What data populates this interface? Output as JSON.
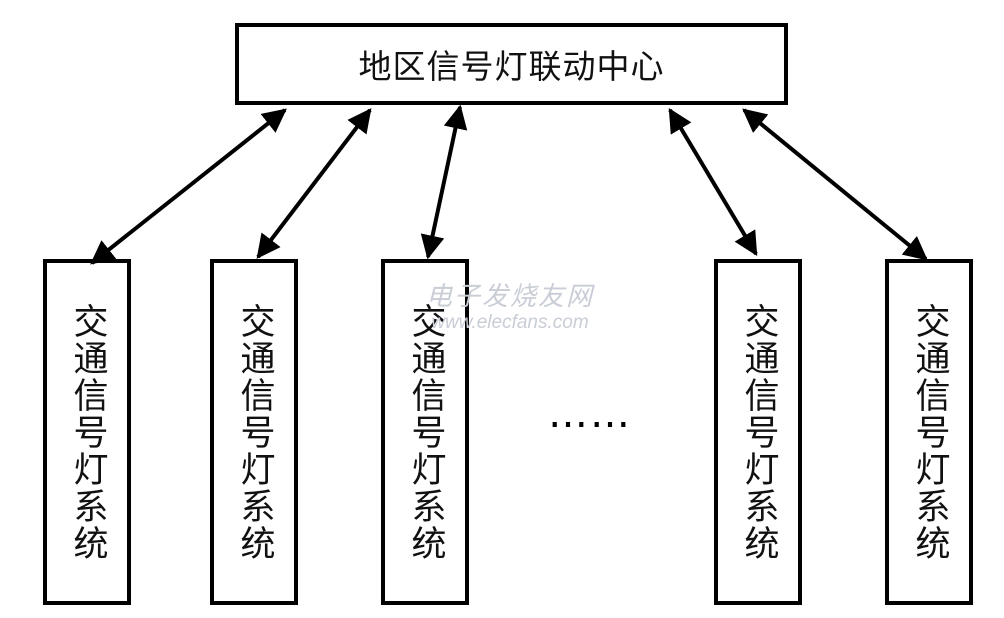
{
  "center": {
    "label": "地区信号灯联动中心"
  },
  "systems": [
    {
      "label": "交通信号灯系统"
    },
    {
      "label": "交通信号灯系统"
    },
    {
      "label": "交通信号灯系统"
    },
    {
      "label": "交通信号灯系统"
    },
    {
      "label": "交通信号灯系统"
    }
  ],
  "ellipsis": "……",
  "watermark": {
    "chinese": "电子发烧友网",
    "url": "www.elecfans.com"
  },
  "links": [
    {
      "from": "center",
      "to": "systems.0",
      "direction": "bidirectional"
    },
    {
      "from": "center",
      "to": "systems.1",
      "direction": "bidirectional"
    },
    {
      "from": "center",
      "to": "systems.2",
      "direction": "bidirectional"
    },
    {
      "from": "center",
      "to": "systems.3",
      "direction": "bidirectional"
    },
    {
      "from": "center",
      "to": "systems.4",
      "direction": "bidirectional"
    }
  ],
  "colors": {
    "stroke": "#000000",
    "text": "#111111",
    "watermark": "#c9cdd6",
    "background": "#ffffff"
  }
}
